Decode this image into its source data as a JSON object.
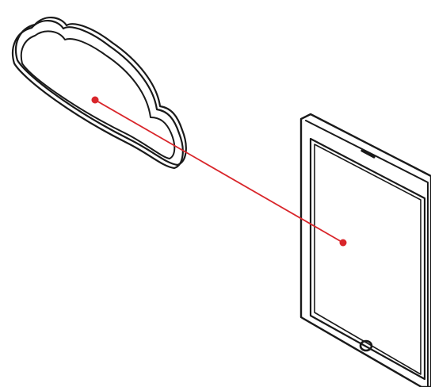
{
  "diagram": {
    "nodes": [
      {
        "id": "cloud",
        "icon": "cloud-icon"
      },
      {
        "id": "tablet",
        "icon": "tablet-icon"
      }
    ],
    "connections": [
      {
        "from": "cloud",
        "to": "tablet"
      }
    ]
  },
  "colors": {
    "background": "#ffffff",
    "outline": "#1a1a1a",
    "connector": "#d9262b"
  }
}
